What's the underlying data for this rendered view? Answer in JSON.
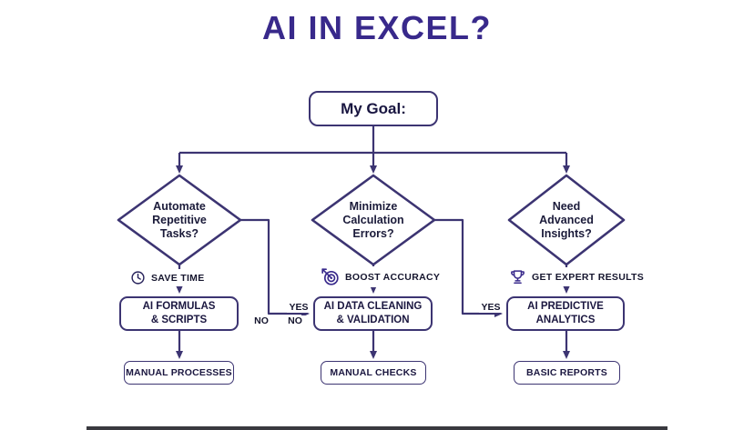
{
  "title": "AI IN EXCEL?",
  "goal_label": "My Goal:",
  "labels": {
    "no_left": "NO",
    "yes_center": "YES",
    "no_center": "NO",
    "yes_right": "YES"
  },
  "colors": {
    "accent": "#38298b",
    "line": "#3c3472",
    "text": "#1b1b3a",
    "background": "#ffffff"
  },
  "columns": [
    {
      "question": "Automate\nRepetitive\nTasks?",
      "icon": "clock-icon",
      "benefit": "SAVE TIME",
      "ai_option": "AI FORMULAS\n& SCRIPTS",
      "manual_option": "MANUAL PROCESSES"
    },
    {
      "question": "Minimize\nCalculation\nErrors?",
      "icon": "target-icon",
      "benefit": "BOOST ACCURACY",
      "ai_option": "AI DATA CLEANING\n& VALIDATION",
      "manual_option": "MANUAL CHECKS"
    },
    {
      "question": "Need\nAdvanced\nInsights?",
      "icon": "trophy-icon",
      "benefit": "GET EXPERT RESULTS",
      "ai_option": "AI PREDICTIVE\nANALYTICS",
      "manual_option": "BASIC REPORTS"
    }
  ]
}
